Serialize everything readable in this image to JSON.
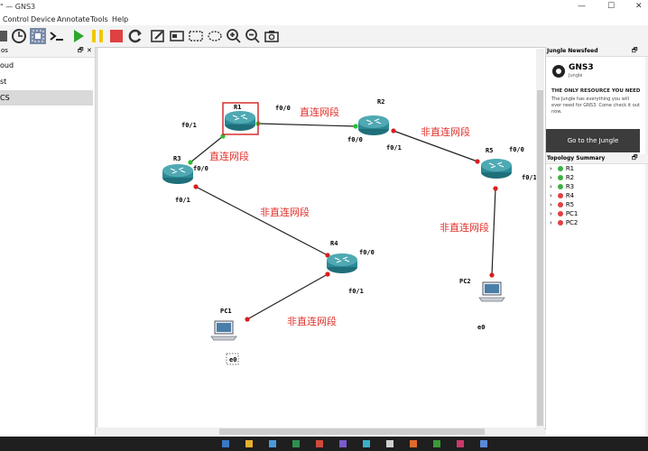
{
  "window": {
    "title": "\" — GNS3",
    "min": "—",
    "max": "☐",
    "close": "✕"
  },
  "menu": [
    "Control",
    "Device",
    "Annotate",
    "Tools",
    "Help"
  ],
  "left_panel": {
    "items": [
      "oud",
      "st",
      "CS"
    ]
  },
  "topology": {
    "nodes": [
      {
        "id": "R1",
        "label": "R1"
      },
      {
        "id": "R2",
        "label": "R2"
      },
      {
        "id": "R3",
        "label": "R3"
      },
      {
        "id": "R4",
        "label": "R4"
      },
      {
        "id": "R5",
        "label": "R5"
      },
      {
        "id": "PC1",
        "label": "PC1"
      },
      {
        "id": "PC2",
        "label": "PC2"
      }
    ],
    "interfaces": {
      "r1_f01": "f0/1",
      "r1_f00": "f0/0",
      "r2_f00": "f0/0",
      "r2_f01": "f0/1",
      "r3_f00": "f0/0",
      "r3_f01": "f0/1",
      "r4_f00": "f0/0",
      "r4_f01": "f0/1",
      "r5_f00": "f0/0",
      "r5_f01": "f0/1",
      "pc1_e0": "e0",
      "pc2_e0": "e0"
    },
    "annotations": {
      "a1": "直连网段",
      "a2": "直连网段",
      "a3": "非直连网段",
      "a4": "非直连网段",
      "a5": "非直连网段",
      "a6": "非直连网段"
    }
  },
  "jungle": {
    "panel_title": "Jungle Newsfeed",
    "brand": "GNS3",
    "brand_sub": "Jungle",
    "headline": "THE ONLY RESOURCE YOU NEED",
    "body": "The Jungle has everything you will ever need for GNS3. Come check it out now.",
    "button": "Go to the Jungle"
  },
  "summary": {
    "panel_title": "Topology Summary",
    "items": [
      {
        "label": "R1",
        "status": "started",
        "color": "#3cb043"
      },
      {
        "label": "R2",
        "status": "started",
        "color": "#3cb043"
      },
      {
        "label": "R3",
        "status": "started",
        "color": "#3cb043"
      },
      {
        "label": "R4",
        "status": "stopped",
        "color": "#e04040"
      },
      {
        "label": "R5",
        "status": "stopped",
        "color": "#e04040"
      },
      {
        "label": "PC1",
        "status": "stopped",
        "color": "#e04040"
      },
      {
        "label": "PC2",
        "status": "stopped",
        "color": "#e04040"
      }
    ]
  }
}
